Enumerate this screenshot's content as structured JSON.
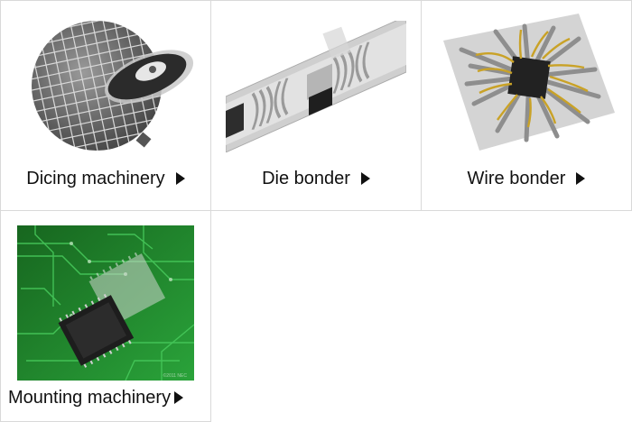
{
  "cards": [
    {
      "label": "Dicing machinery",
      "image": "wafer-dicing-illustration"
    },
    {
      "label": "Die bonder",
      "image": "die-bonding-leadframe-illustration"
    },
    {
      "label": "Wire bonder",
      "image": "wire-bonded-chip-illustration"
    },
    {
      "label": "Mounting machinery",
      "image": "chip-mounting-pcb-illustration",
      "watermark": "©2011 NEC"
    }
  ],
  "arrow_icon": "triangle-right-icon",
  "colors": {
    "text": "#111111",
    "border": "#d9d9d9",
    "pcb_green": "#1f8a2c",
    "gold_wire": "#c9a227"
  }
}
